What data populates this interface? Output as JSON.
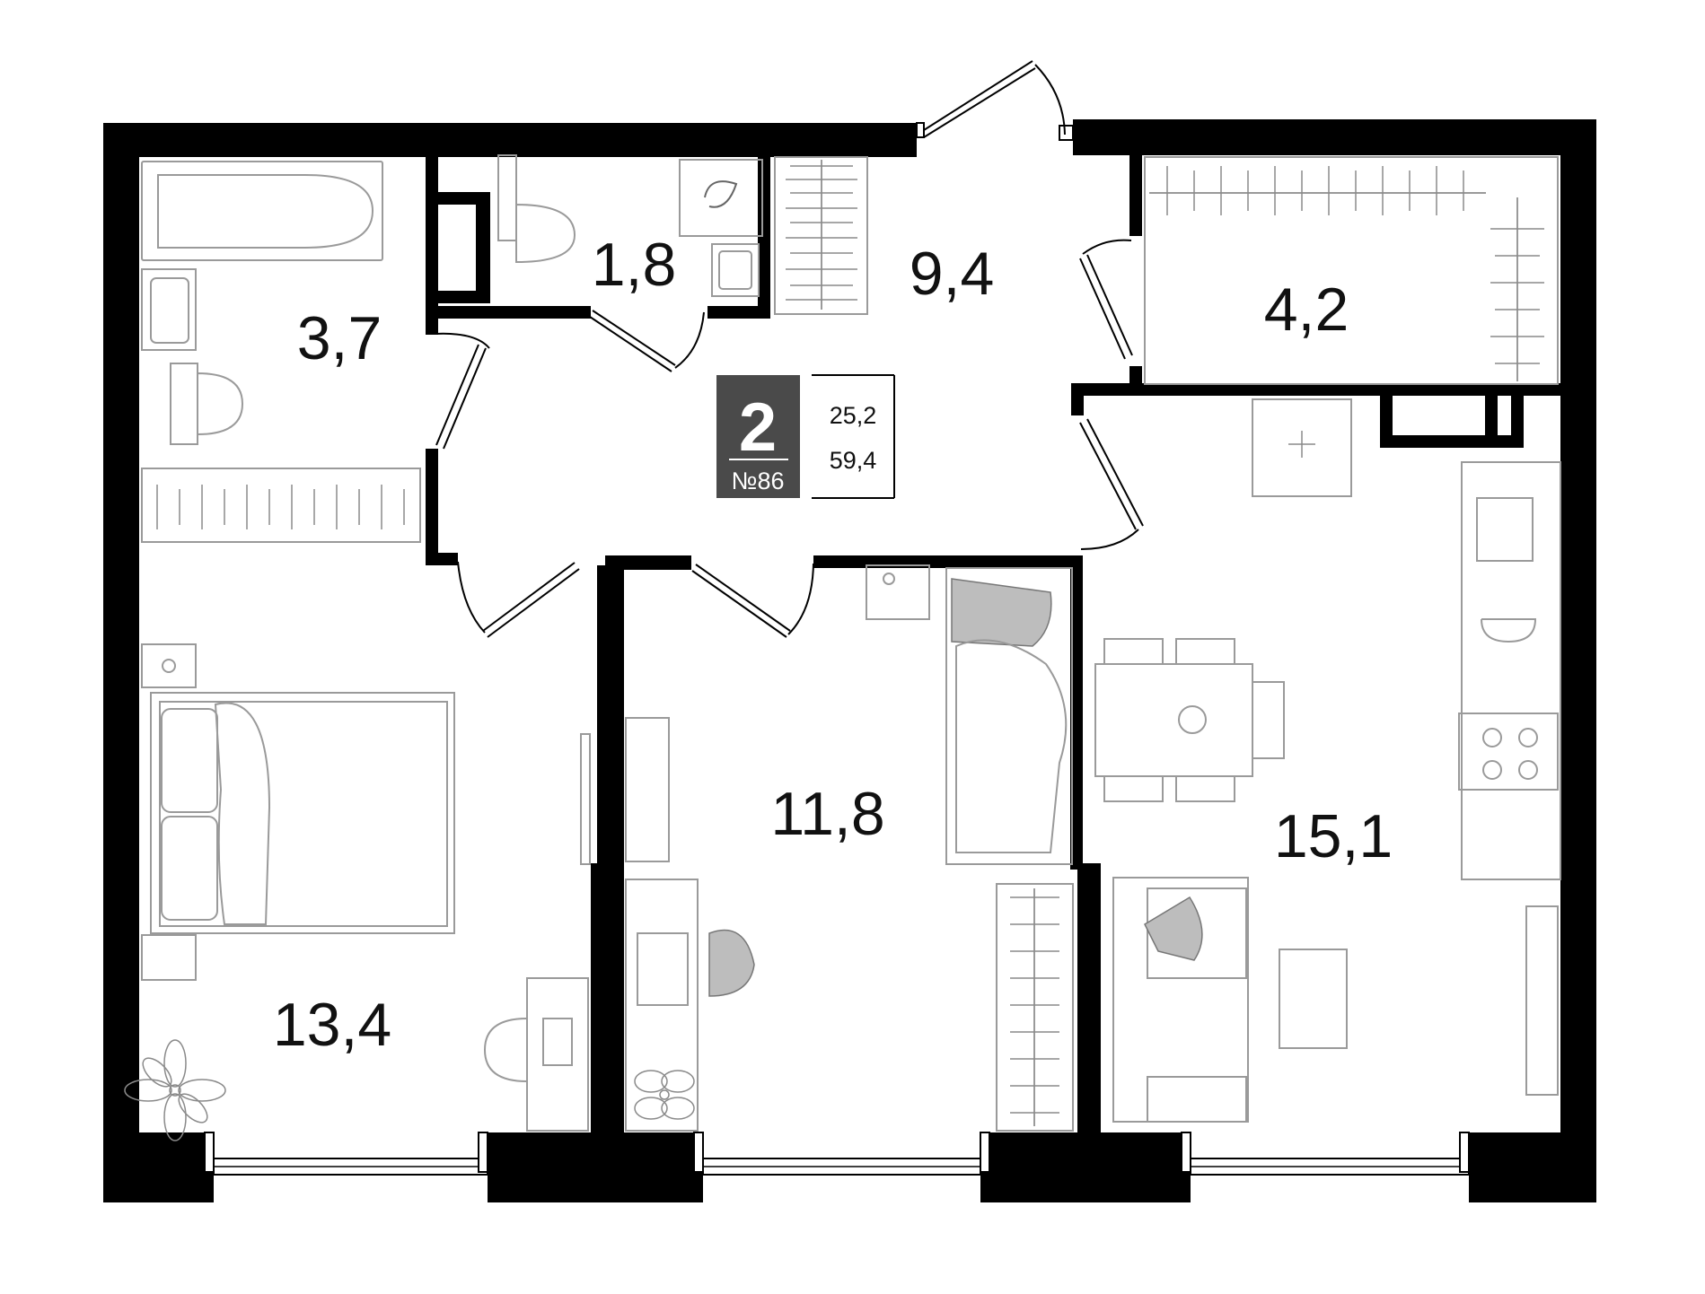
{
  "plan": {
    "rooms_count": "2",
    "apartment_number": "№86",
    "living_area": "25,2",
    "total_area": "59,4"
  },
  "rooms": [
    {
      "id": "bathroom",
      "area": "3,7"
    },
    {
      "id": "toilet",
      "area": "1,8"
    },
    {
      "id": "hallway",
      "area": "9,4"
    },
    {
      "id": "storage",
      "area": "4,2"
    },
    {
      "id": "bedroom",
      "area": "13,4"
    },
    {
      "id": "kids-room",
      "area": "11,8"
    },
    {
      "id": "kitchen-living",
      "area": "15,1"
    }
  ]
}
